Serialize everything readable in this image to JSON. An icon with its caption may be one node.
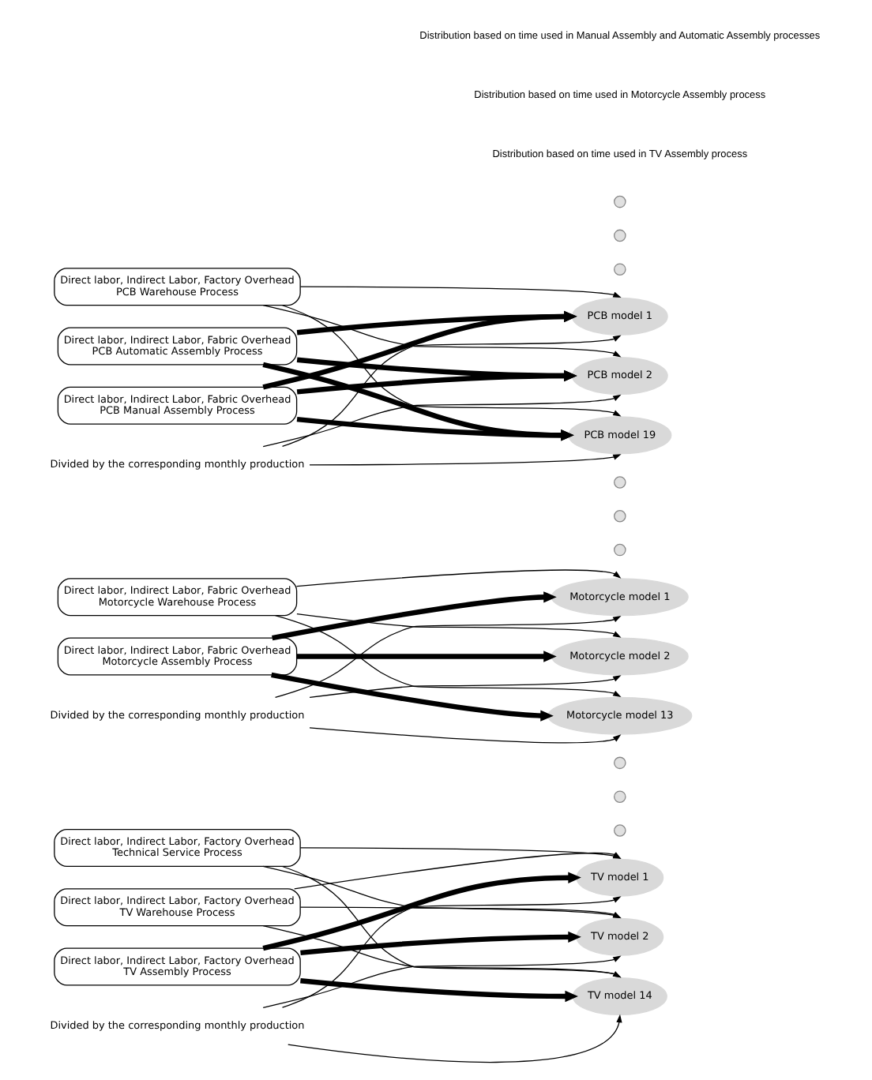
{
  "diagram": {
    "nodes": [
      {
        "text": [
          "Direct labor, Indirect Labor, Factory Overhead",
          "TV Warehouse Process"
        ]
      },
      {
        "text": [
          "Direct labor, Indirect Labor, Factory Overhead",
          "Technical Service Process"
        ]
      },
      {
        "text": [
          "Direct labor, Indirect Labor, Factory Overhead",
          "TV Assembly Process"
        ]
      },
      {
        "text": [
          "TV model 1"
        ]
      },
      {
        "text": [
          "TV model 2"
        ]
      },
      {
        "text": [],
        "shape": "circle"
      },
      {
        "text": [],
        "shape": "circle"
      },
      {
        "text": [],
        "shape": "circle"
      },
      {
        "text": [
          "TV model 14"
        ]
      },
      {
        "text": [
          "Divided by the corresponding monthly production"
        ]
      },
      {
        "text": [
          "Direct labor, Indirect Labor, Fabric Overhead",
          "Motorcycle Warehouse Process"
        ]
      },
      {
        "text": [
          "Direct labor, Indirect Labor, Fabric Overhead",
          "Motorcycle Assembly Process"
        ]
      },
      {
        "text": [
          "Motorcycle model 1"
        ]
      },
      {
        "text": [
          "Motorcycle model 2"
        ]
      },
      {
        "text": [],
        "shape": "circle"
      },
      {
        "text": [],
        "shape": "circle"
      },
      {
        "text": [],
        "shape": "circle"
      },
      {
        "text": [
          "Motorcycle model 13"
        ]
      },
      {
        "text": [
          "Divided by the corresponding monthly production"
        ]
      },
      {
        "text": [
          "Direct labor, Indirect Labor, Factory Overhead",
          "PCB Warehouse Process"
        ]
      },
      {
        "text": [
          "Direct labor, Indirect Labor, Fabric Overhead",
          "PCB Manual Assembly Process"
        ]
      },
      {
        "text": [
          "Direct labor, Indirect Labor, Fabric Overhead",
          "PCB Automatic Assembly Process"
        ]
      },
      {
        "text": [
          "PCB model 1"
        ]
      },
      {
        "text": [
          "PCB model 2"
        ]
      },
      {
        "text": [],
        "shape": "circle"
      },
      {
        "text": [],
        "shape": "circle"
      },
      {
        "text": [],
        "shape": "circle"
      },
      {
        "text": [
          "PCB model 19"
        ]
      },
      {
        "text": [
          "Divided by the corresponding monthly production"
        ]
      }
    ],
    "edges": [
      {
        "from": 0,
        "to": 3,
        "arrow": "to"
      },
      {
        "from": 0,
        "to": 4,
        "arrow": "to"
      },
      {
        "from": 0,
        "to": 8,
        "arrow": "to"
      },
      {
        "from": 1,
        "to": 3,
        "arrow": "to"
      },
      {
        "from": 1,
        "to": 4,
        "arrow": "to"
      },
      {
        "from": 1,
        "to": 8,
        "arrow": "to"
      },
      {
        "from": 2,
        "to": 3,
        "arrow": "to",
        "style": "thick"
      },
      {
        "from": 2,
        "to": 4,
        "arrow": "to",
        "style": "thick"
      },
      {
        "from": 2,
        "to": 8,
        "arrow": "to",
        "style": "thick"
      },
      {
        "from": 9,
        "to": 3,
        "arrow": "to"
      },
      {
        "from": 9,
        "to": 4,
        "arrow": "to"
      },
      {
        "from": 9,
        "to": 8,
        "arrow": "to"
      },
      {
        "from": 10,
        "to": 12,
        "arrow": "to"
      },
      {
        "from": 10,
        "to": 13,
        "arrow": "to"
      },
      {
        "from": 10,
        "to": 17,
        "arrow": "to"
      },
      {
        "from": 11,
        "to": 12,
        "arrow": "to",
        "style": "thick"
      },
      {
        "from": 11,
        "to": 13,
        "arrow": "to",
        "style": "thick"
      },
      {
        "from": 11,
        "to": 17,
        "arrow": "to",
        "style": "thick"
      },
      {
        "from": 18,
        "to": 12,
        "arrow": "to"
      },
      {
        "from": 18,
        "to": 13,
        "arrow": "to"
      },
      {
        "from": 18,
        "to": 17,
        "arrow": "to"
      },
      {
        "from": 19,
        "to": 22,
        "arrow": "to"
      },
      {
        "from": 19,
        "to": 23,
        "arrow": "to"
      },
      {
        "from": 19,
        "to": 27,
        "arrow": "to"
      },
      {
        "from": 20,
        "to": 22,
        "arrow": "to",
        "style": "thick"
      },
      {
        "from": 20,
        "to": 23,
        "arrow": "to",
        "style": "thick"
      },
      {
        "from": 20,
        "to": 27,
        "arrow": "to",
        "style": "thick"
      },
      {
        "from": 21,
        "to": 22,
        "arrow": "to",
        "style": "thick"
      },
      {
        "from": 21,
        "to": 23,
        "arrow": "to",
        "style": "thick"
      },
      {
        "from": 21,
        "to": 27,
        "arrow": "to",
        "style": "thick"
      },
      {
        "from": 28,
        "to": 22,
        "arrow": "to"
      },
      {
        "from": 28,
        "to": 23,
        "arrow": "to"
      },
      {
        "from": 28,
        "to": 27,
        "arrow": "to"
      }
    ],
    "labels": [
      "Distribution based on time used in TV Assembly process",
      "Distribution based on time used in Motorcycle Assembly process",
      "Distribution based on time used in Manual Assembly and Automatic Assembly processes"
    ]
  }
}
